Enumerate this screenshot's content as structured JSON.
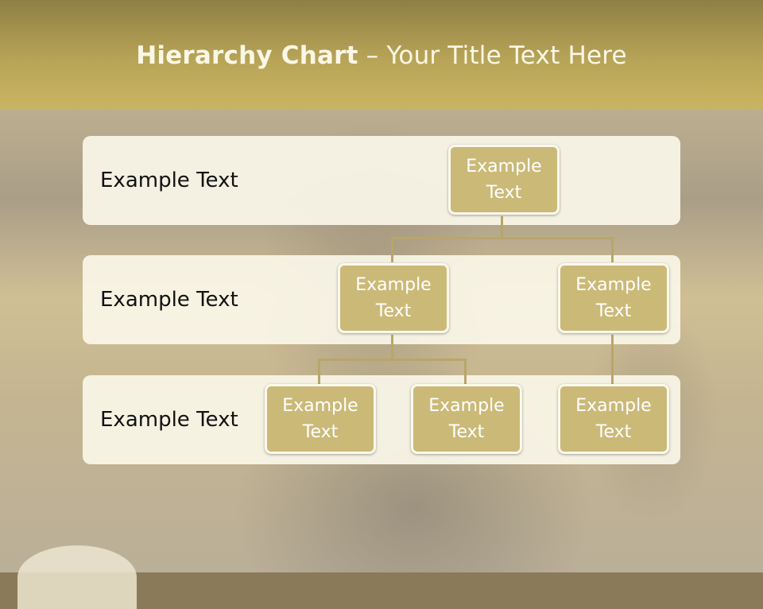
{
  "title": {
    "bold": "Hierarchy Chart",
    "rest": " – Your Title Text Here"
  },
  "levels": [
    {
      "label": "Example Text"
    },
    {
      "label": "Example Text"
    },
    {
      "label": "Example Text"
    }
  ],
  "nodes": {
    "root": "Example Text",
    "mid_left": "Example Text",
    "mid_right": "Example Text",
    "leaf_1": "Example Text",
    "leaf_2": "Example Text",
    "leaf_3": "Example Text"
  },
  "colors": {
    "title_bar": "#b8a457",
    "node_fill": "#cbb978",
    "band_fill": "#faf6e8",
    "connector": "#b9a668"
  }
}
